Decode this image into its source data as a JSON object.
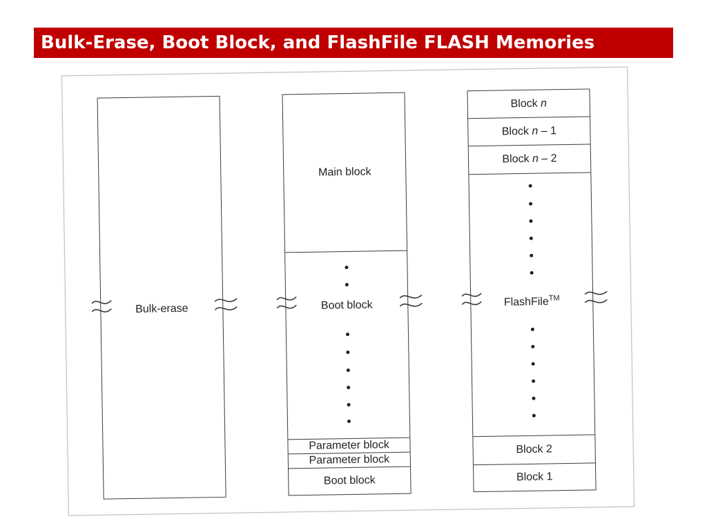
{
  "title": "Bulk-Erase, Boot Block, and FlashFile FLASH Memories",
  "bulk_erase": {
    "label": "Bulk-erase"
  },
  "boot_block_device": {
    "main_block": "Main block",
    "boot_block_middle": "Boot block",
    "parameter_block_1": "Parameter block",
    "parameter_block_2": "Parameter block",
    "boot_block_bottom": "Boot block"
  },
  "flashfile_device": {
    "block_n_prefix": "Block",
    "block_n_var": "n",
    "block_n_minus_1_suffix": "– 1",
    "block_n_minus_2_suffix": "– 2",
    "label": "FlashFile",
    "label_mark": "TM",
    "block_2": "Block 2",
    "block_1": "Block 1"
  },
  "colors": {
    "title_bar": "#c00000",
    "title_text": "#ffffff",
    "lines": "#3a3a3a"
  }
}
